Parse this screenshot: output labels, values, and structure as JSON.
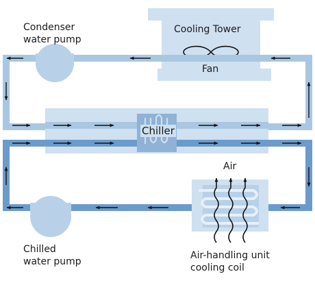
{
  "labels": {
    "condenser_pump": {
      "line1": "Condenser",
      "line2": "water pump"
    },
    "cooling_tower": "Cooling Tower",
    "fan": "Fan",
    "chiller": "Chiller",
    "air": "Air",
    "chilled_pump": {
      "line1": "Chilled",
      "line2": "water pump"
    },
    "ahu": {
      "line1": "Air-handling unit",
      "line2": "cooling coil"
    }
  },
  "colors": {
    "condenser_loop": "#a9c7e2",
    "chilled_loop": "#6b9bcb",
    "equipment_light": "#cfe0f0",
    "equipment_mid": "#b8d1e8",
    "chiller_core": "#8fb2d6",
    "arrow": "#111111"
  }
}
